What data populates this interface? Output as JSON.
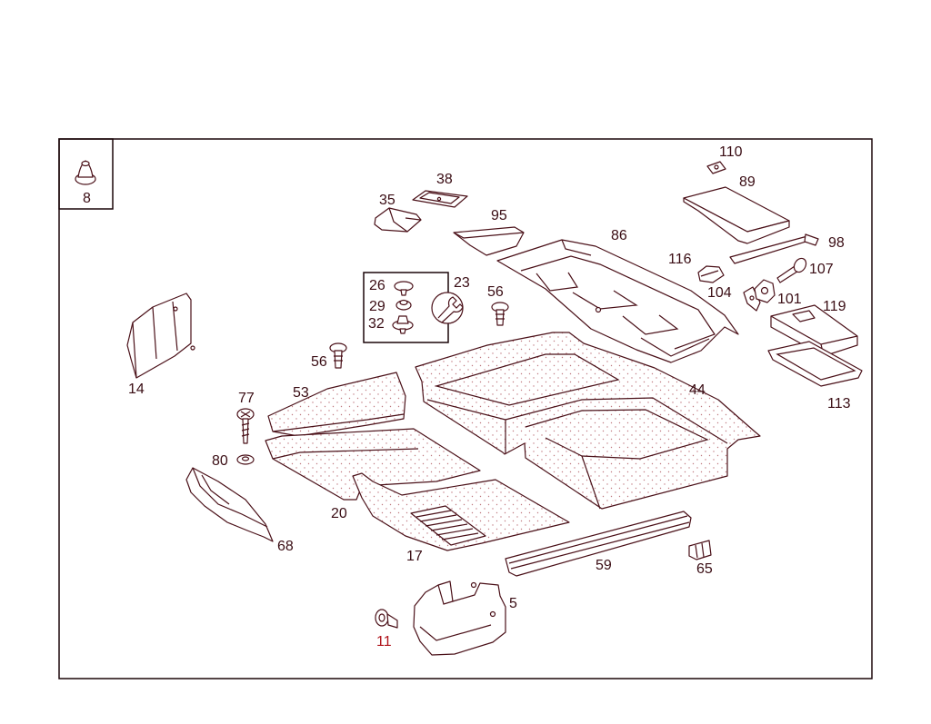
{
  "parts": [
    {
      "key": "p8",
      "label": "8"
    },
    {
      "key": "p110",
      "label": "110"
    },
    {
      "key": "p89",
      "label": "89"
    },
    {
      "key": "p38",
      "label": "38"
    },
    {
      "key": "p35",
      "label": "35"
    },
    {
      "key": "p95",
      "label": "95"
    },
    {
      "key": "p86",
      "label": "86"
    },
    {
      "key": "p98",
      "label": "98"
    },
    {
      "key": "p116",
      "label": "116"
    },
    {
      "key": "p107",
      "label": "107"
    },
    {
      "key": "p104",
      "label": "104"
    },
    {
      "key": "p101",
      "label": "101"
    },
    {
      "key": "p119",
      "label": "119"
    },
    {
      "key": "p26",
      "label": "26"
    },
    {
      "key": "p23",
      "label": "23"
    },
    {
      "key": "p29",
      "label": "29"
    },
    {
      "key": "p32",
      "label": "32"
    },
    {
      "key": "p56a",
      "label": "56"
    },
    {
      "key": "p56b",
      "label": "56"
    },
    {
      "key": "p14",
      "label": "14"
    },
    {
      "key": "p113",
      "label": "113"
    },
    {
      "key": "p77",
      "label": "77"
    },
    {
      "key": "p53",
      "label": "53"
    },
    {
      "key": "p44",
      "label": "44"
    },
    {
      "key": "p80",
      "label": "80"
    },
    {
      "key": "p20",
      "label": "20"
    },
    {
      "key": "p68",
      "label": "68"
    },
    {
      "key": "p17",
      "label": "17"
    },
    {
      "key": "p59",
      "label": "59"
    },
    {
      "key": "p65",
      "label": "65"
    },
    {
      "key": "p5",
      "label": "5"
    },
    {
      "key": "p11",
      "label": "11"
    }
  ]
}
